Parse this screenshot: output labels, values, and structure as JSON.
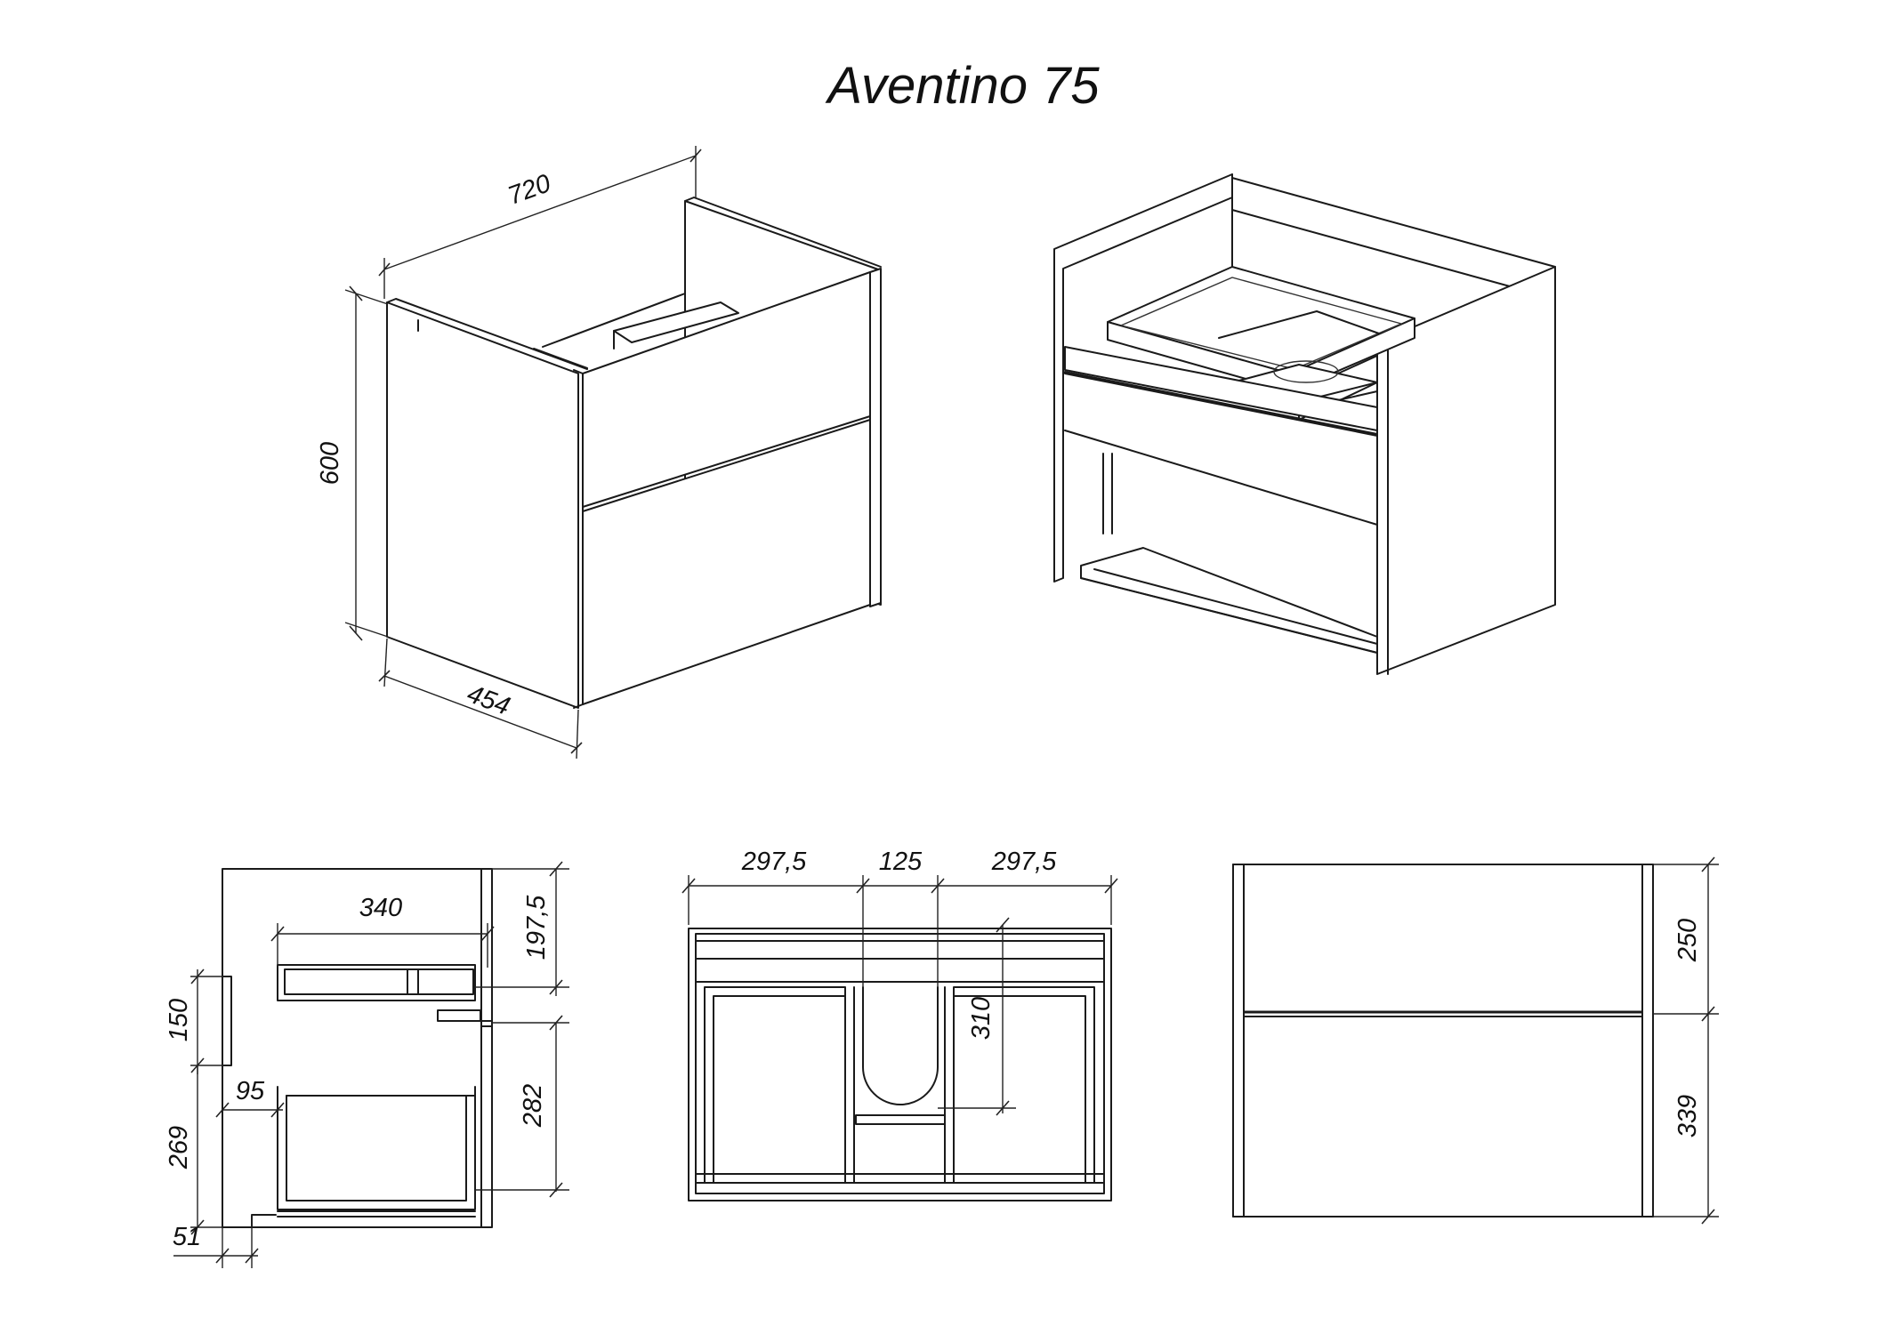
{
  "title": "Aventino 75",
  "iso_front": {
    "width_label": "720",
    "height_label": "600",
    "depth_label": "454"
  },
  "side_view": {
    "drawer_depth_label": "340",
    "top_drawer_height_label": "197,5",
    "handle_height_label": "150",
    "lower_drawer_height_label": "282",
    "lower_offset_label": "95",
    "lower_level_label": "269",
    "plinth_label": "51"
  },
  "front_view": {
    "left_section_label": "297,5",
    "center_section_label": "125",
    "right_section_label": "297,5",
    "cutout_height_label": "310"
  },
  "facade_view": {
    "top_drawer_label": "250",
    "bottom_drawer_label": "339"
  }
}
